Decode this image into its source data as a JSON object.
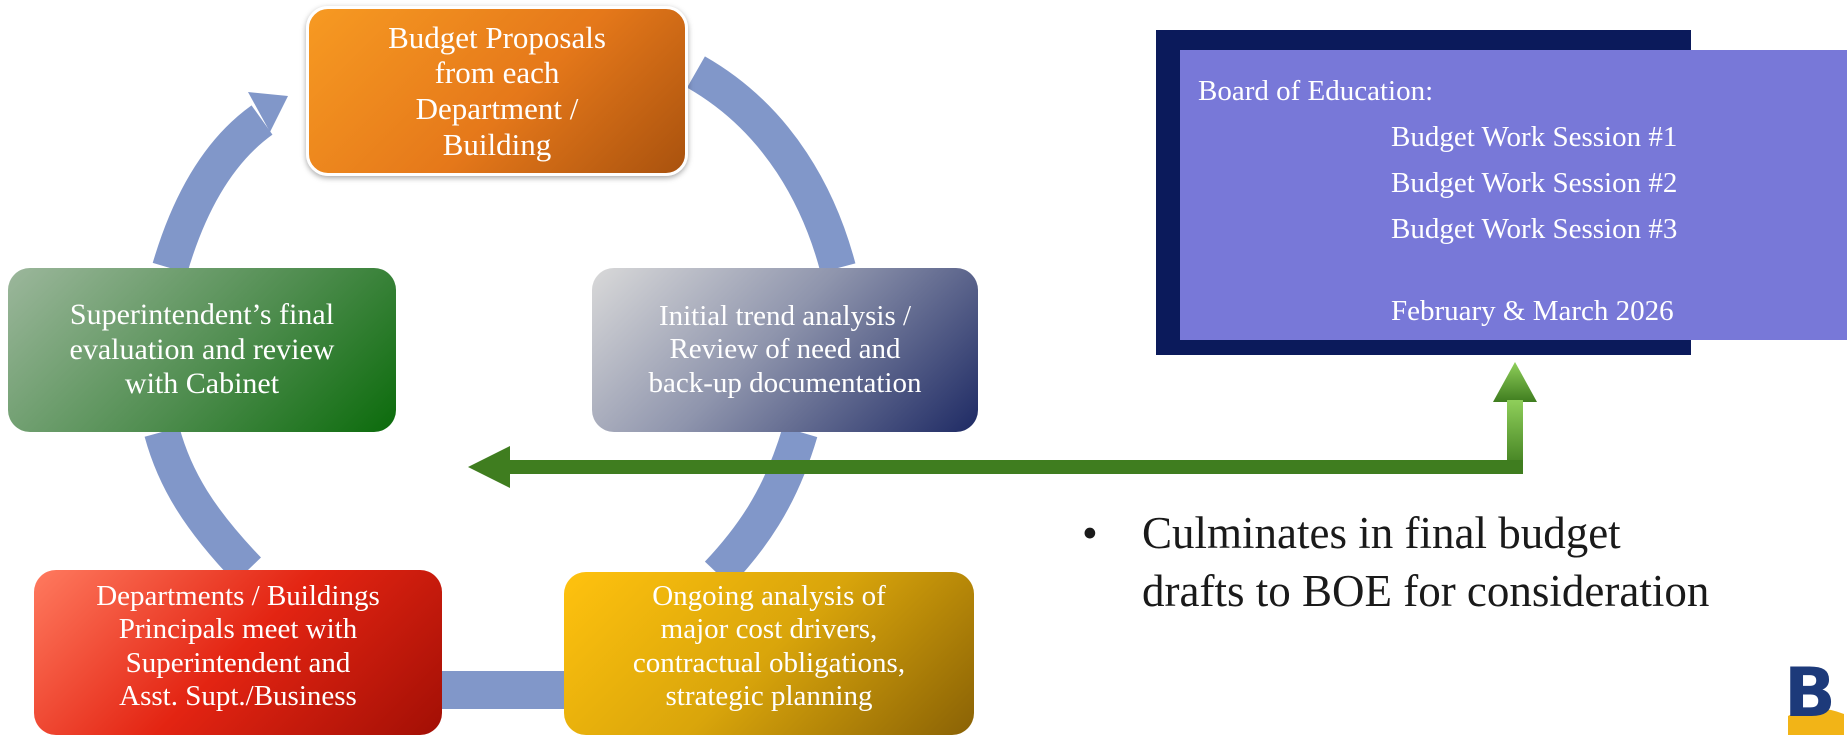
{
  "cycle": {
    "nodes": [
      {
        "id": "budget-proposals",
        "text": "Budget Proposals\nfrom each\nDepartment /\nBuilding"
      },
      {
        "id": "initial-trend",
        "text": "Initial trend analysis /\nReview of need and\nback-up documentation"
      },
      {
        "id": "ongoing-analysis",
        "text": "Ongoing analysis of\nmajor cost drivers,\ncontractual obligations,\nstrategic planning"
      },
      {
        "id": "departments-meet",
        "text": "Departments / Buildings\nPrincipals meet with\nSuperintendent and\nAsst. Supt./Business"
      },
      {
        "id": "superintendent-final",
        "text": "Superintendent’s final\nevaluation and review\nwith Cabinet"
      }
    ],
    "colors": {
      "ring": "#8197c9",
      "connector_arrow": "#3f7d1f",
      "connector_arrow_light": "#8fcf5a"
    }
  },
  "board": {
    "title": "Board of Education:",
    "sessions": [
      "Budget Work Session #1",
      "Budget Work Session #2",
      "Budget Work Session #3"
    ],
    "date": "February & March 2026",
    "colors": {
      "frame": "#0b1a5b",
      "fill": "#7878d8"
    }
  },
  "bullet": {
    "marker": "•",
    "text": "Culminates in final budget\ndrafts to BOE for consideration"
  },
  "logo": {
    "letter": "B",
    "colors": {
      "letter": "#1d3a7a",
      "accent": "#f2b417"
    }
  }
}
